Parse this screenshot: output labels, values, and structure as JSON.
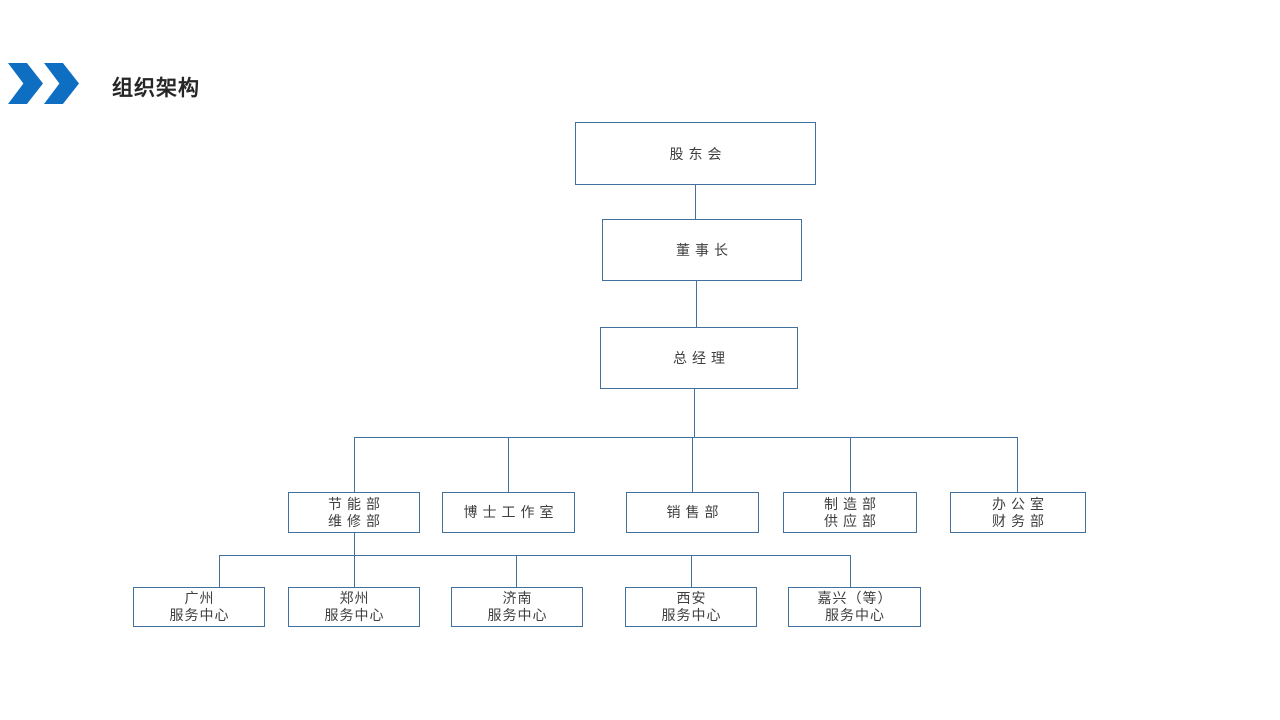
{
  "slide": {
    "title": "组织架构"
  },
  "colors": {
    "chevron_blue": "#0E6EC2",
    "connector_blue": "#41719C",
    "node_text": "#3F3F3F",
    "title_text": "#262626"
  },
  "org_chart": {
    "nodes": [
      {
        "id": "shareholders",
        "level": 1,
        "lines": [
          "股东会"
        ]
      },
      {
        "id": "chairman",
        "level": 2,
        "lines": [
          "董事长"
        ]
      },
      {
        "id": "general-manager",
        "level": 3,
        "lines": [
          "总经理"
        ]
      },
      {
        "id": "energy-maintenance",
        "level": 4,
        "lines": [
          "节能部",
          "维修部"
        ]
      },
      {
        "id": "doctor-studio",
        "level": 4,
        "lines": [
          "博士工作室"
        ]
      },
      {
        "id": "sales",
        "level": 4,
        "lines": [
          "销售部"
        ]
      },
      {
        "id": "manufacturing-supply",
        "level": 4,
        "lines": [
          "制造部",
          "供应部"
        ]
      },
      {
        "id": "office-finance",
        "level": 4,
        "lines": [
          "办公室",
          "财务部"
        ]
      },
      {
        "id": "guangzhou-center",
        "level": 5,
        "lines": [
          "广州",
          "服务中心"
        ]
      },
      {
        "id": "zhengzhou-center",
        "level": 5,
        "lines": [
          "郑州",
          "服务中心"
        ]
      },
      {
        "id": "jinan-center",
        "level": 5,
        "lines": [
          "济南",
          "服务中心"
        ]
      },
      {
        "id": "xian-center",
        "level": 5,
        "lines": [
          "西安",
          "服务中心"
        ]
      },
      {
        "id": "jiaxing-center",
        "level": 5,
        "lines": [
          "嘉兴（等）",
          "服务中心"
        ]
      }
    ]
  }
}
